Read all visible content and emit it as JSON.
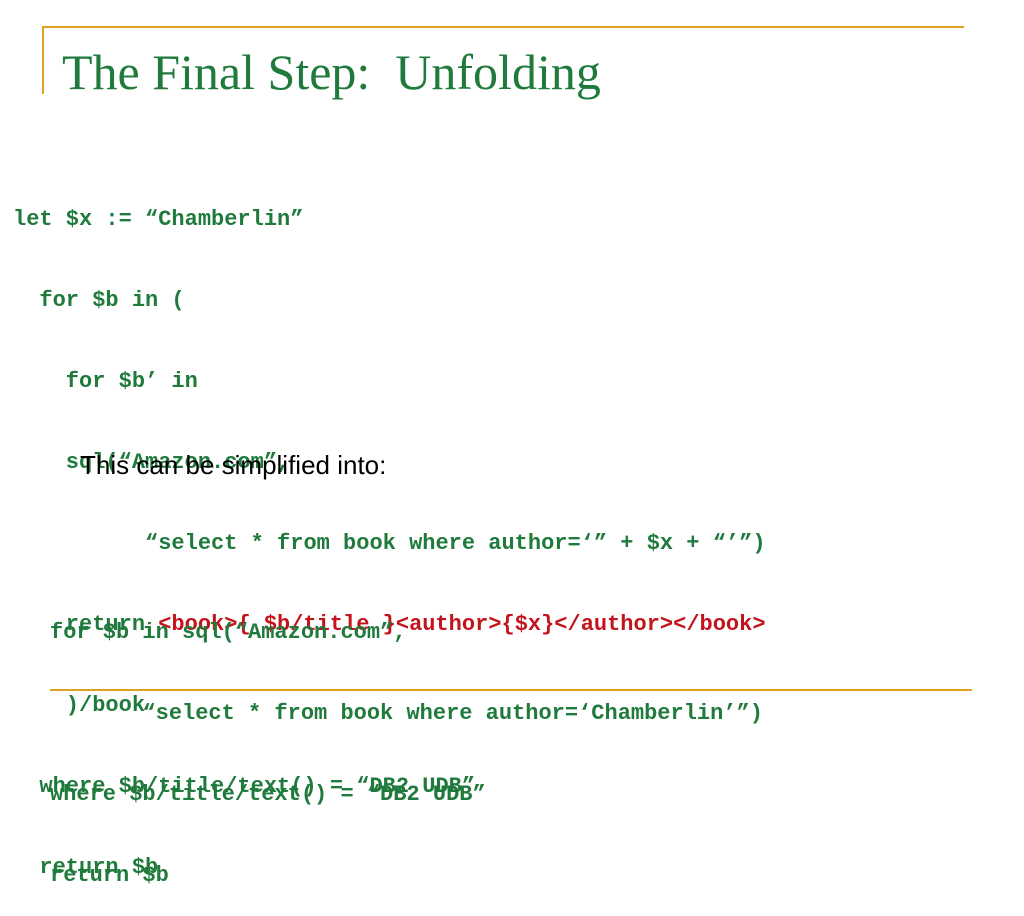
{
  "slide": {
    "title": "The Final Step:  Unfolding",
    "code_block_1": {
      "lines": [
        "let $x := “Chamberlin”",
        "  for $b in (",
        "    for $b’ in",
        "    sql(“Amazon.com”,",
        "          “select * from book where author=‘” + $x + “’”)",
        "    return ",
        "    )/book",
        "  where $b/title/text() = “DB2 UDB”",
        "  return $b"
      ],
      "return_highlight": "<book>{ $b/title }<author>{$x}</author></book>"
    },
    "note": "This can be simplified into:",
    "code_block_2": {
      "lines": [
        "for $b in sql(“Amazon.com”,",
        "       “select * from book where author=‘Chamberlin’”)",
        "where $b/title/text() = “DB2 UDB”",
        "return $b"
      ]
    },
    "colors": {
      "title": "#1f7a3c",
      "code": "#1f7a3c",
      "highlight": "#c4141b",
      "rules": "#e0a020"
    }
  }
}
